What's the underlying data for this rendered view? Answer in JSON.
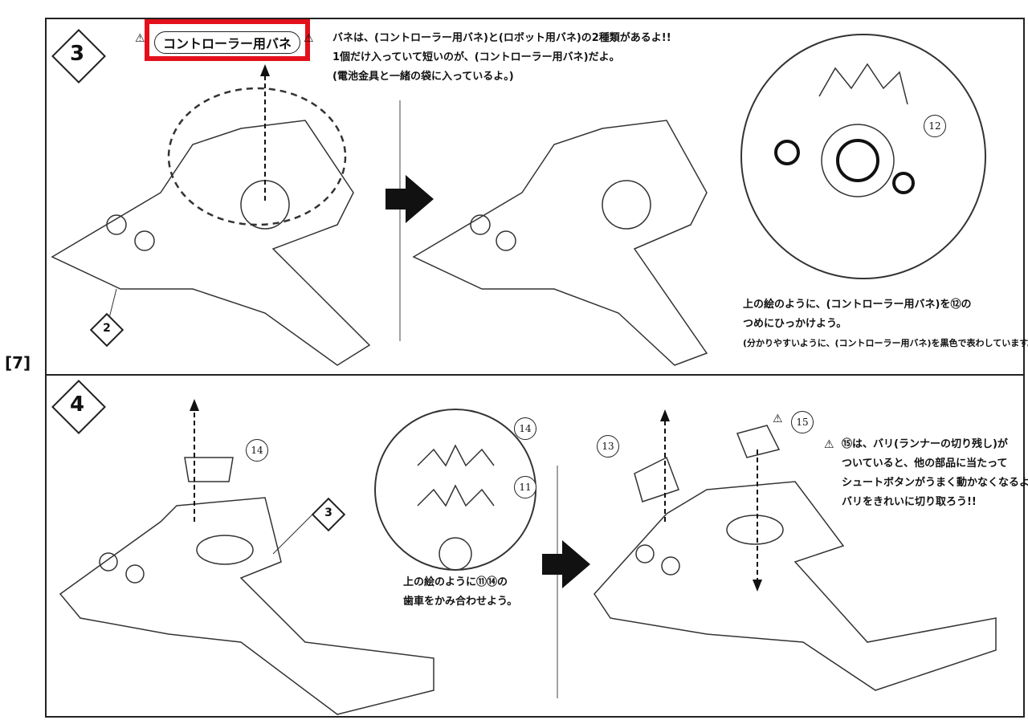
{
  "page_label": "[7]",
  "step3": {
    "number": "3",
    "part_label": "コントローラー用バネ",
    "instruction_lines": [
      "バネは、(コントローラー用バネ)と(ロボット用バネ)の2種類があるよ!!",
      "1個だけ入っていて短いのが、(コントローラー用バネ)だよ。",
      "(電池金具と一緒の袋に入っているよ。)"
    ],
    "base_callout": "2",
    "zoom_callout": "12",
    "detail_lines": [
      "上の絵のように、(コントローラー用バネ)を⑫の",
      "つめにひっかけよう。",
      "(分かりやすいように、(コントローラー用バネ)を黒色で表わしています。)"
    ]
  },
  "step4": {
    "number": "4",
    "gear_callout": "14",
    "base_callout": "3",
    "zoom_callouts": [
      "14",
      "11"
    ],
    "zoom_caption_lines": [
      "上の絵のように⑪⑭の",
      "歯車をかみ合わせよう。"
    ],
    "part_callouts": [
      "13",
      "15"
    ],
    "warning_lines": [
      "⑮は、バリ(ランナーの切り残し)が",
      "ついていると、他の部品に当たって",
      "シュートボタンがうまく動かなくなるよ!!",
      "バリをきれいに切り取ろう!!"
    ]
  },
  "colors": {
    "highlight": "#e3101b",
    "ink": "#222222"
  }
}
